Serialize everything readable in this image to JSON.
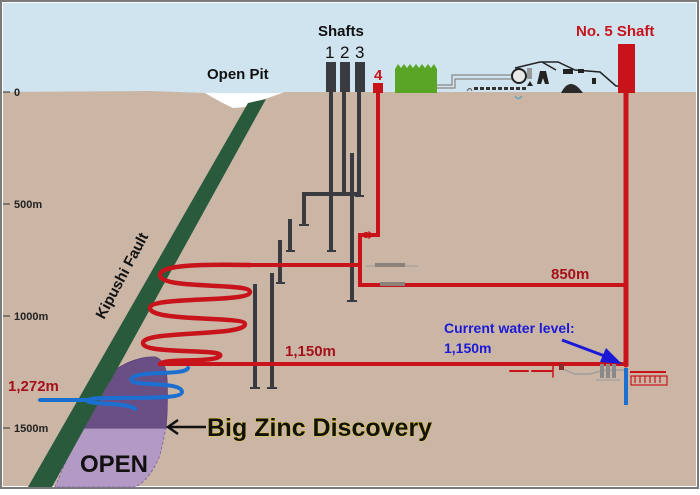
{
  "diagram": {
    "colors": {
      "sky": "#cfe4ef",
      "ground": "#cbb6a6",
      "fault": "#2a5a3c",
      "red": "#c8131b",
      "dark_red": "#9f0e16",
      "shaft_gray": "#3a3b40",
      "blue": "#1b6fd0",
      "label_blue": "#1a1ad6",
      "ore_dark": "#6a4f86",
      "ore_light": "#b39ac4",
      "plant_green": "#5aa526"
    },
    "labels": {
      "open_pit": "Open Pit",
      "shafts": "Shafts",
      "shaft_1": "1",
      "shaft_2": "2",
      "shaft_3": "3",
      "shaft_4": "4",
      "no5_shaft": "No. 5 Shaft",
      "fault": "Kipushi Fault",
      "level_850": "850m",
      "level_1150": "1,150m",
      "level_1272": "1,272m",
      "water_level_line1": "Current water level:",
      "water_level_line2": "1,150m",
      "discovery": "Big Zinc Discovery",
      "open": "OPEN"
    },
    "depth_axis": {
      "ticks": [
        "0",
        "500m",
        "1000m",
        "1500m"
      ]
    }
  }
}
